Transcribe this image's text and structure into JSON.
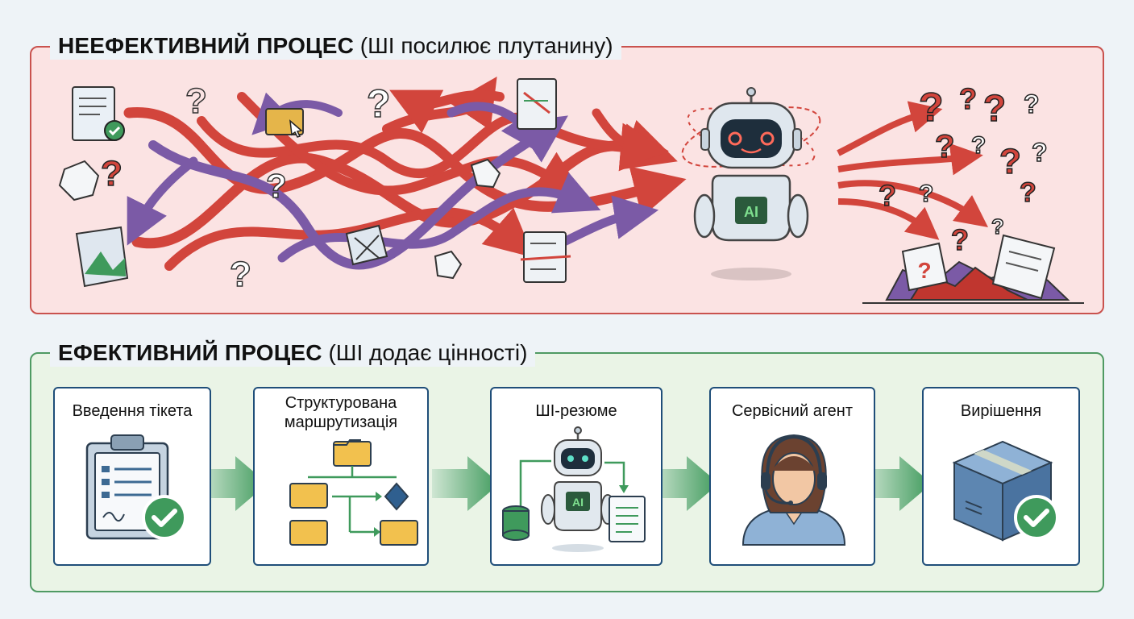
{
  "inefficient": {
    "title_bold": "НЕЕФЕКТИВНИЙ ПРОЦЕС",
    "title_rest": "(ШІ посилює плутанину)",
    "robot_badge": "AI"
  },
  "efficient": {
    "title_bold": "ЕФЕКТИВНИЙ ПРОЦЕС",
    "title_rest": "(ШІ додає цінності)",
    "steps": [
      {
        "label": "Введення тікета",
        "icon": "clipboard-check-icon"
      },
      {
        "label": "Структурована маршрутизація",
        "icon": "folder-routing-icon"
      },
      {
        "label": "ШІ-резюме",
        "icon": "ai-robot-summary-icon"
      },
      {
        "label": "Сервісний агент",
        "icon": "headset-agent-icon"
      },
      {
        "label": "Вирішення",
        "icon": "resolved-box-icon"
      }
    ],
    "robot_badge": "AI"
  },
  "colors": {
    "bad_border": "#c9524e",
    "good_border": "#4f9a63",
    "arrow_red": "#d2453c",
    "arrow_purple": "#7b5aa6",
    "step_border": "#1f4e79",
    "check_green": "#3f9a5c"
  }
}
